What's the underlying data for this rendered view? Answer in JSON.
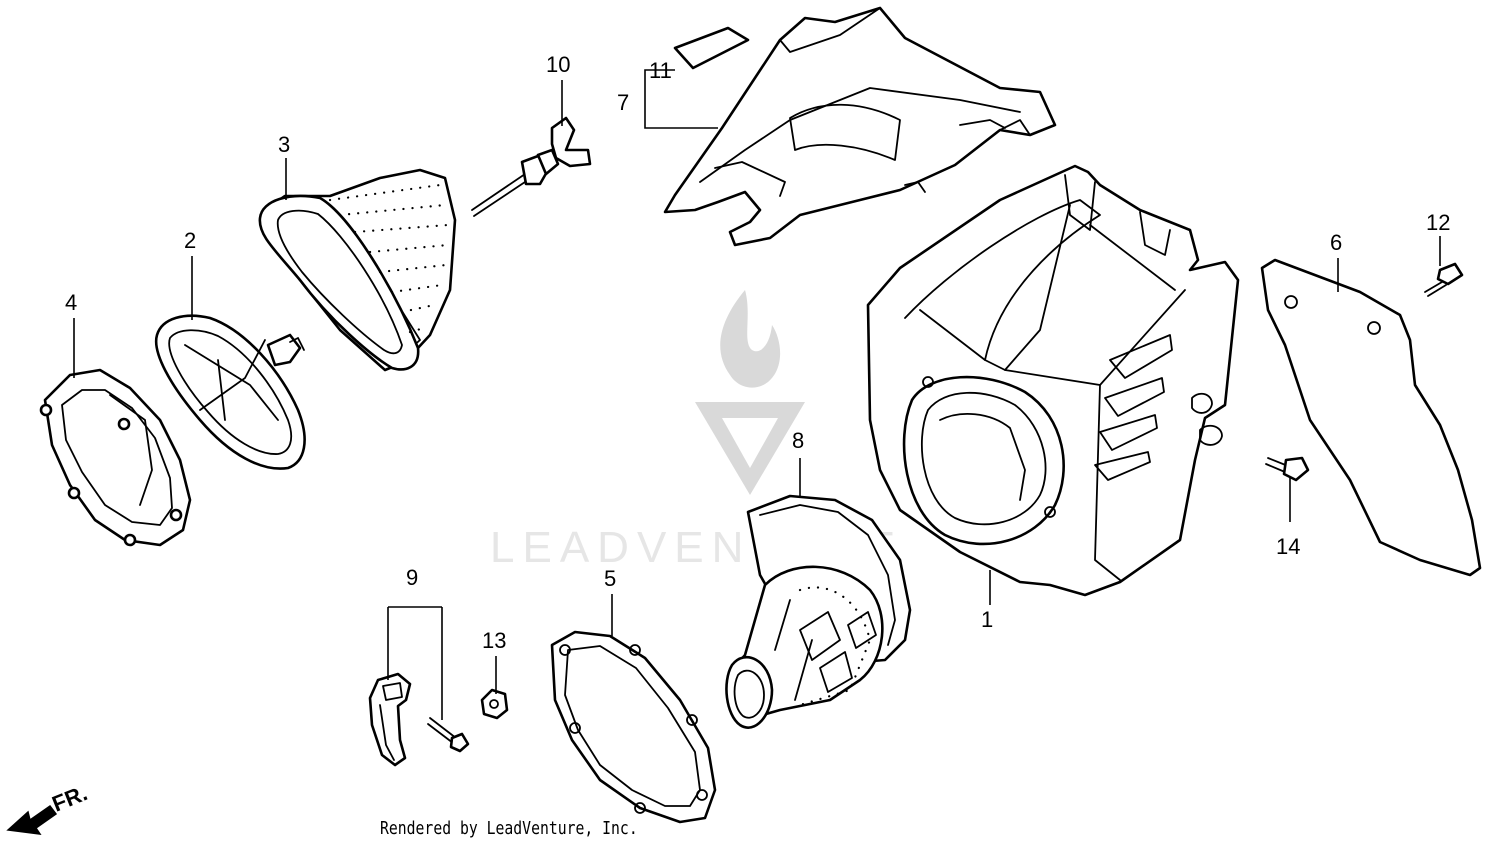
{
  "watermark": {
    "text": "LEADVENTURE"
  },
  "footer": {
    "text": "Rendered by LeadVenture, Inc."
  },
  "direction": {
    "label": "FR."
  },
  "callouts": {
    "c1": "1",
    "c2": "2",
    "c3": "3",
    "c4": "4",
    "c5": "5",
    "c6": "6",
    "c7": "7",
    "c8": "8",
    "c9": "9",
    "c10": "10",
    "c11": "11",
    "c12": "12",
    "c13": "13",
    "c14": "14"
  },
  "colors": {
    "line": "#000000",
    "watermark": "#d9d9d9",
    "background": "#ffffff"
  }
}
